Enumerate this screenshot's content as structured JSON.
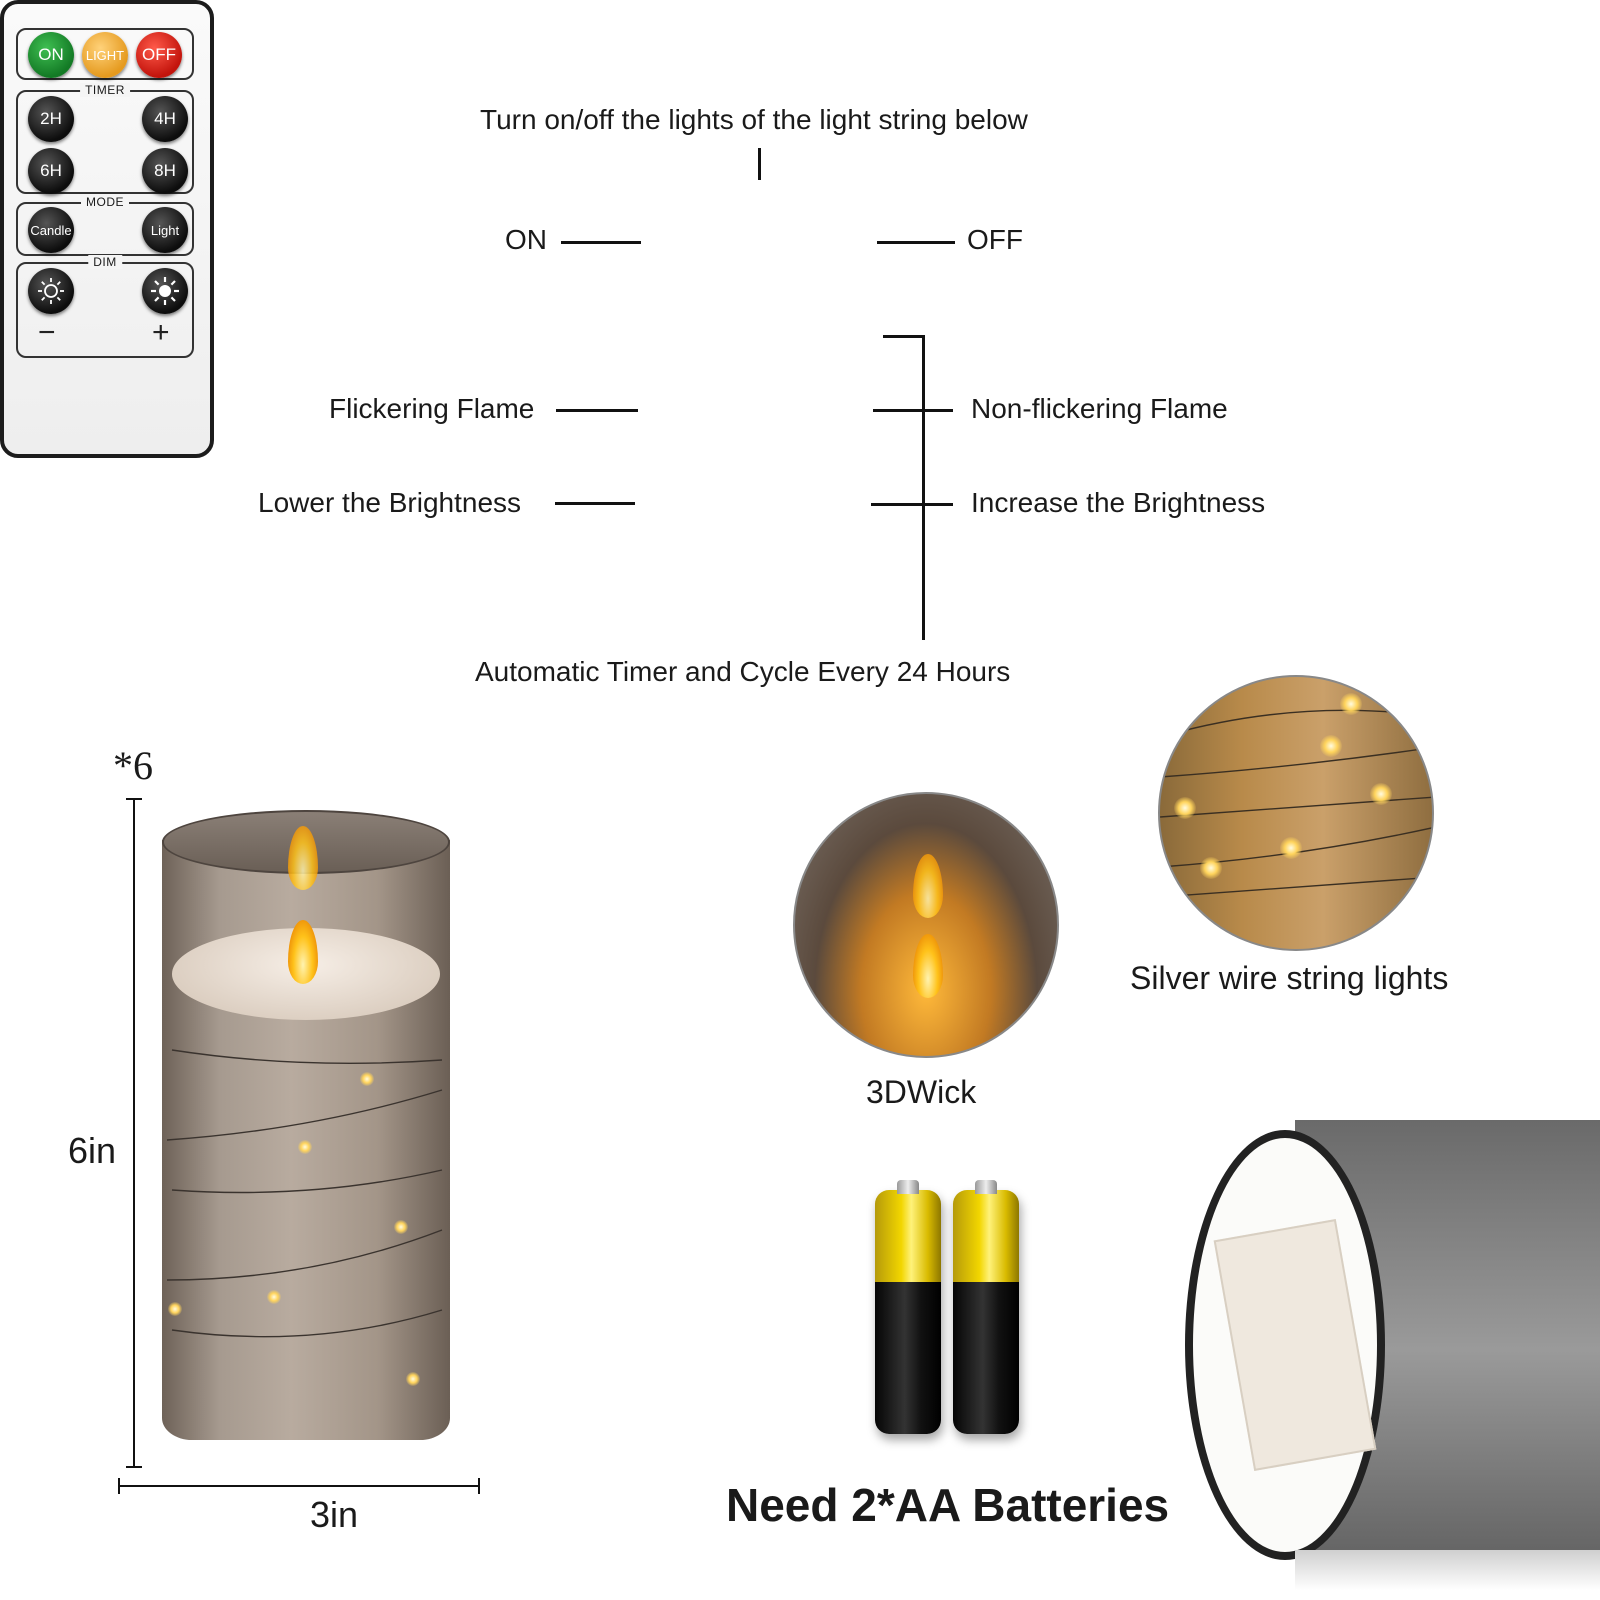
{
  "callouts": {
    "top": "Turn on/off the lights of the light string below",
    "on": "ON",
    "off": "OFF",
    "flicker": "Flickering Flame",
    "non_flicker": "Non-flickering Flame",
    "lower": "Lower the Brightness",
    "increase": "Increase the Brightness",
    "bottom": "Automatic Timer and Cycle Every 24 Hours"
  },
  "remote": {
    "buttons_power": [
      "ON",
      "LIGHT",
      "OFF"
    ],
    "timer_title": "TIMER",
    "timer_buttons": [
      "2H",
      "4H",
      "6H",
      "8H"
    ],
    "mode_title": "MODE",
    "mode_buttons": [
      "Candle",
      "Light"
    ],
    "dim_title": "DIM",
    "dim_signs": [
      "−",
      "+"
    ]
  },
  "product": {
    "quantity": "*6",
    "height": "6in",
    "width": "3in",
    "wick_label": "3DWick",
    "string_label": "Silver wire string lights",
    "battery_label": "Need 2*AA Batteries"
  },
  "icons": [
    "sun-dim-icon",
    "sun-bright-icon"
  ]
}
